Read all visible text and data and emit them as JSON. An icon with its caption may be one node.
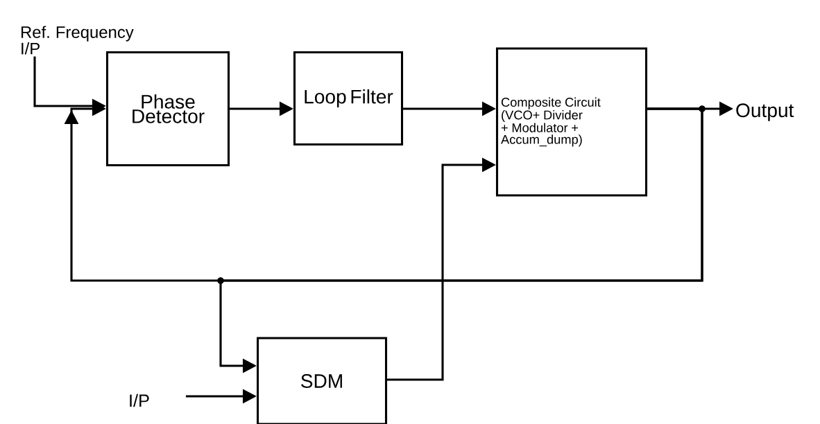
{
  "diagram": {
    "nodes": [
      {
        "text": [
          "Phase Detector"
        ]
      },
      {
        "text": [
          "Loop Filter"
        ]
      },
      {
        "text": [
          "Composite Circuit (VCO+ Divider + Modulator + Accum_dump)"
        ]
      },
      {
        "text": [
          "Output"
        ]
      },
      {
        "text": [
          "SDM"
        ]
      },
      {
        "text": [
          "Ref. Frequency I/P"
        ]
      },
      {
        "text": [
          "I/P"
        ]
      }
    ],
    "edges": [
      {
        "from": 5,
        "to": 0,
        "arrow": "to"
      },
      {
        "from": 0,
        "to": 1,
        "arrow": "to"
      },
      {
        "from": 1,
        "to": 2,
        "arrow": "to"
      },
      {
        "from": 2,
        "to": 3,
        "arrow": "to"
      },
      {
        "from": 2,
        "to": 0,
        "arrow": "to"
      },
      {
        "from": 2,
        "to": 4,
        "arrow": "to"
      },
      {
        "from": 6,
        "to": 4,
        "arrow": "to"
      },
      {
        "from": 4,
        "to": 2,
        "arrow": "to"
      }
    ]
  }
}
